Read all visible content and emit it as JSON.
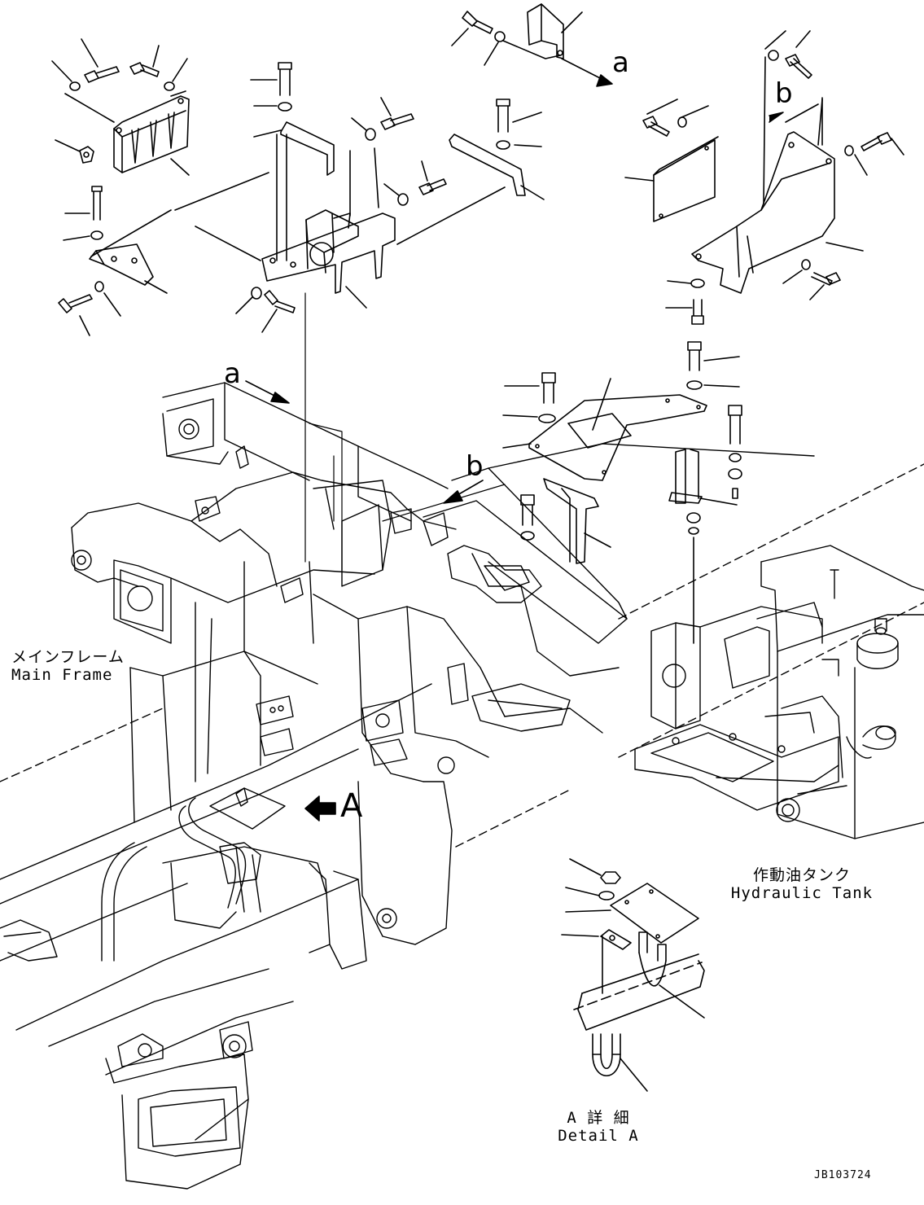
{
  "labels": {
    "main_frame_jp": "メインフレーム",
    "main_frame_en": "Main Frame",
    "hydraulic_tank_jp": "作動油タンク",
    "hydraulic_tank_en": "Hydraulic Tank",
    "detail_a_jp": "A 詳 細",
    "detail_a_en": "Detail A",
    "drawing_code": "JB103724"
  },
  "view_markers": {
    "a_top": "a",
    "b_top": "b",
    "a_frame": "a",
    "b_frame": "b",
    "A_arrow": "A"
  },
  "colors": {
    "line": "#000000",
    "background": "#ffffff"
  }
}
